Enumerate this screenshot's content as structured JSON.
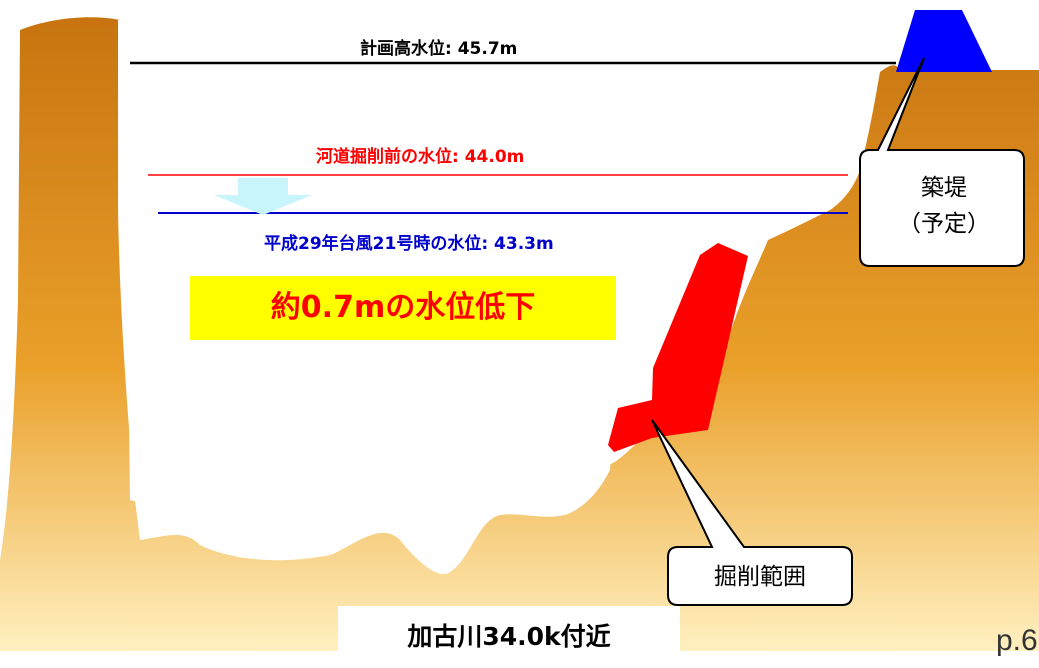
{
  "labels": {
    "plan_water_level": "計画高水位: 45.7m",
    "before_excavation_level": "河道掘削前の水位: 44.0m",
    "typhoon_level": "平成29年台風21号時の水位: 43.3m"
  },
  "water_level_drop": "約0.7mの水位低下",
  "callouts": {
    "embankment": [
      "築堤",
      "（予定）"
    ],
    "excavation": "掘削範囲"
  },
  "caption": "加古川34.0k付近",
  "page_number": "p.6",
  "colors": {
    "terrain_top": "#cc7a10",
    "terrain_bottom": "#ffe6a8",
    "plan_line": "#000000",
    "before_line": "#ff0000",
    "typhoon_line": "#0000cc",
    "embankment": "#0000ff",
    "excavation": "#ff0000",
    "arrow": "#c8f4fb",
    "highlight": "#ffff00"
  }
}
